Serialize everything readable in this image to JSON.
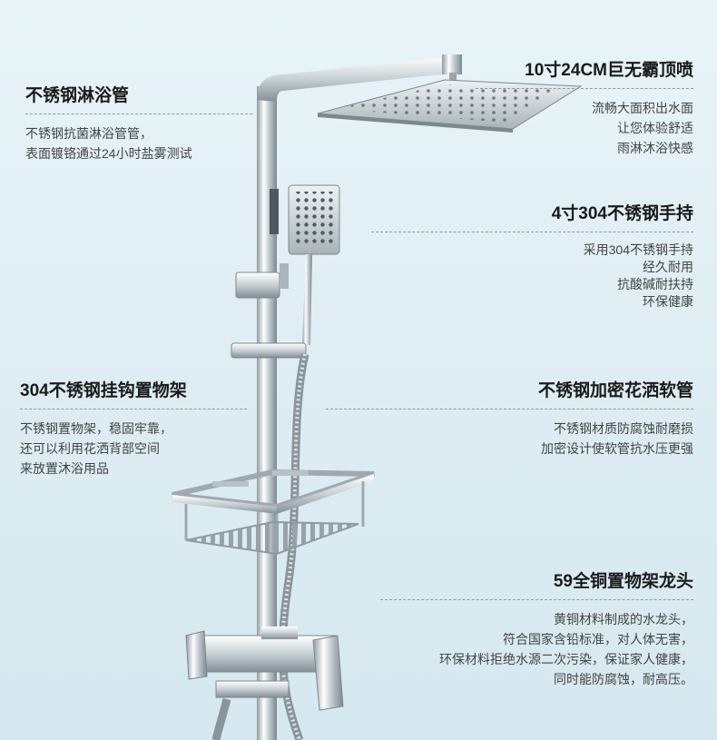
{
  "annotations": {
    "pipe": {
      "title": "不锈钢淋浴管",
      "lines": [
        "不锈钢抗菌淋浴管管，",
        "表面镀铬通过24小时盐雾测试"
      ]
    },
    "top_shower": {
      "title": "10寸24CM巨无霸顶喷",
      "lines": [
        "流畅大面积出水面",
        "让您体验舒适",
        "雨淋沐浴快感"
      ]
    },
    "hand_shower": {
      "title": "4寸304不锈钢手持",
      "lines": [
        "采用304不锈钢手持",
        "经久耐用",
        "抗酸碱耐扶持",
        "环保健康"
      ]
    },
    "rack": {
      "title": "304不锈钢挂钩置物架",
      "lines": [
        "不锈钢置物架，稳固牢靠，",
        "还可以利用花洒背部空间",
        "来放置沐浴用品"
      ]
    },
    "hose": {
      "title": "不锈钢加密花洒软管",
      "lines": [
        "不锈钢材质防腐蚀耐磨损",
        "加密设计使软管抗水压更强"
      ]
    },
    "faucet": {
      "title": "59全铜置物架龙头",
      "lines": [
        "黄铜材料制成的水龙头，",
        "符合国家含铅标准，对人体无害，",
        "环保材料拒绝水源二次污染，保证家人健康，",
        "同时能防腐蚀，耐高压。"
      ]
    }
  },
  "colors": {
    "background": "#e3f0f5",
    "chrome": "#c9d2d7"
  }
}
